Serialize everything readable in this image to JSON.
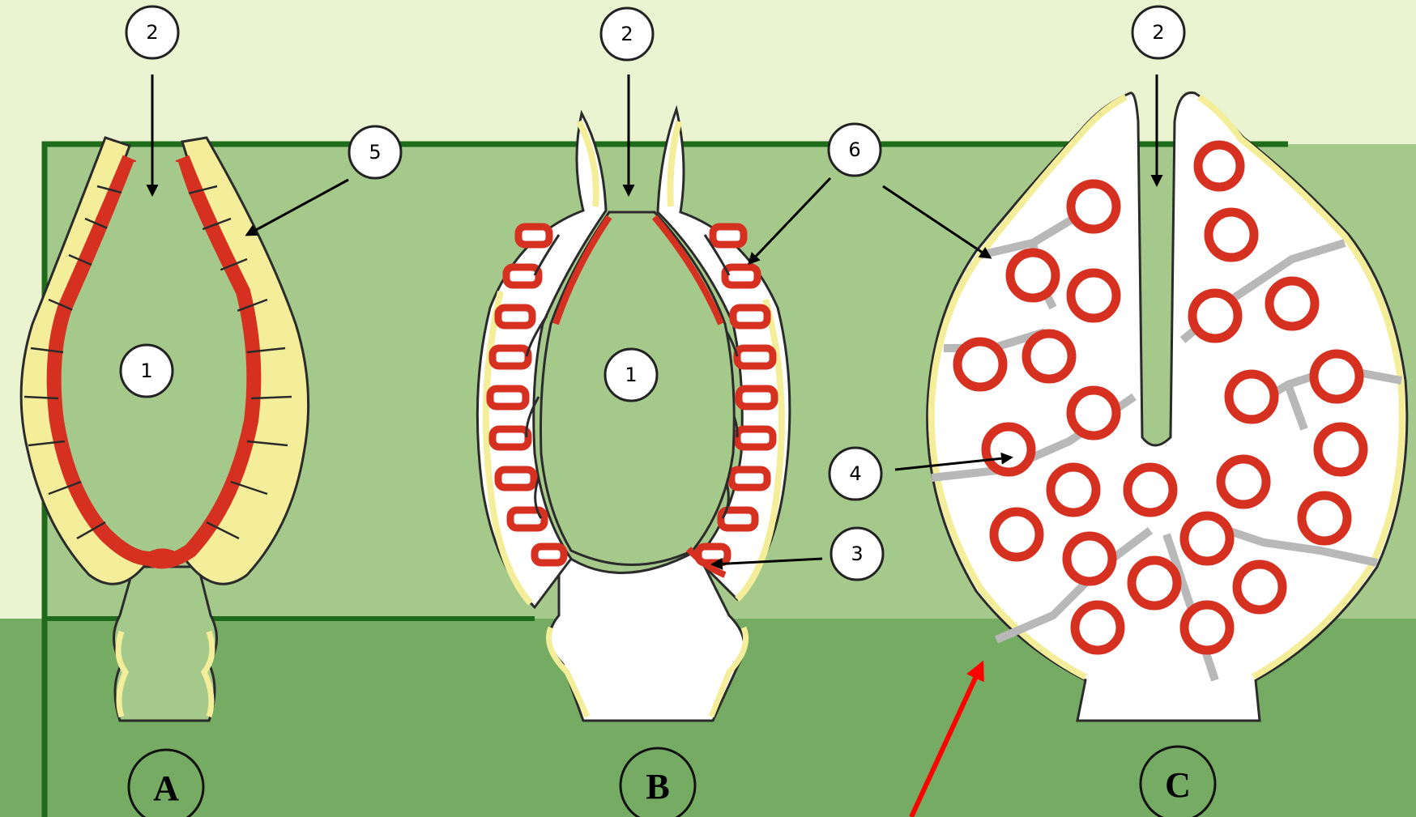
{
  "diagram": {
    "callouts": {
      "lumen": "1",
      "opening": "2",
      "stalk_region": "3",
      "chamber": "4",
      "cell_layer": "5",
      "canal": "6"
    },
    "panels": {
      "a": "A",
      "b": "B",
      "c": "C"
    }
  },
  "colors": {
    "band_top": "#eaf4d0",
    "band_middle": "#a4c98a",
    "band_bottom": "#75ab62",
    "frame_line": "#1e6b1b",
    "choanocyte_red": "#d63020",
    "pinacoderm_yellow": "#f4ee9a",
    "outline": "#2b2b2b",
    "pointer_red": "#ff0000"
  }
}
